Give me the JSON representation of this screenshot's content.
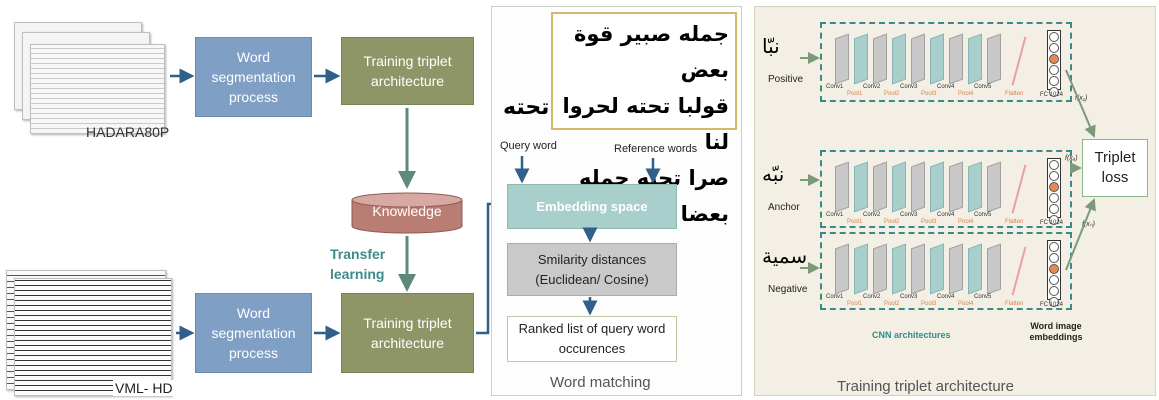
{
  "left": {
    "dataset_top": "HADARA80P",
    "dataset_bottom": "VML- HD",
    "seg_top": "Word segmentation process",
    "seg_bottom": "Word segmentation process",
    "triplet_top": "Training triplet architecture",
    "triplet_bottom": "Training triplet architecture",
    "knowledge": "Knowledge",
    "transfer": "Transfer learning"
  },
  "matching": {
    "title": "Word matching",
    "query_label": "Query word",
    "reference_label": "Reference  words",
    "query_word": "تحته",
    "reference_words": [
      "جمله صبير قوة بعض",
      "قولبا تحته لحروا لنا",
      "صرا تحته جمله بعضا"
    ],
    "embedding": "Embedding space",
    "similarity": "Smilarity distances (Euclidean/ Cosine)",
    "ranked": "Ranked list of query word occurences"
  },
  "training": {
    "title": "Training triplet architecture",
    "inputs": [
      {
        "label": "Positive",
        "word": "نبّا",
        "f": "f(x₁)"
      },
      {
        "label": "Anchor",
        "word": "نبّه",
        "f": "f(xₐ)"
      },
      {
        "label": "Negative",
        "word": "سمية",
        "f": "f(xₙ)"
      }
    ],
    "conv_labels": [
      "Conv1",
      "Conv2",
      "Conv3",
      "Conv4",
      "Conv5"
    ],
    "pool_labels": [
      "Pool1",
      "Pool2",
      "Pool3",
      "Pool4"
    ],
    "flatten": "Flatten",
    "fc": "FC 1024",
    "cnn_caption": "CNN architectures",
    "embeddings_caption": "Word image embeddings",
    "loss": "Triplet loss"
  },
  "colors": {
    "blue": "#7f9fc4",
    "olive": "#8e9667",
    "teal_box": "#a8cfcb",
    "beige": "#f3efe4",
    "knowledge": "#b97d74"
  }
}
